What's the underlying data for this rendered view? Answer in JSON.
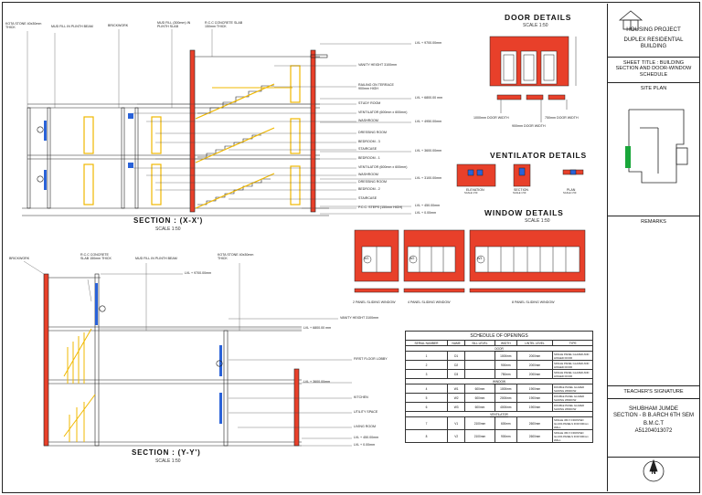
{
  "sections": {
    "xx": {
      "title": "SECTION : (X-X')",
      "scale": "SCALE 1:50",
      "top_labels": [
        "KOTA STONE 40x30mm THICK",
        "MUD FILL IN PLINTH BEAM",
        "BRICKWORK",
        "MUD FILL (300mm) IN PLINTH SLAB",
        "R.C.C CONCRETE SLAB 150mm THICK"
      ],
      "side_labels": [
        "VANITY HEIGHT 3100mm",
        "RAILING ON TERRACE 900mm HIGH",
        "STUDY ROOM",
        "VENTILATOR (600mm x 600mm)",
        "WASHROOM",
        "DRESSING ROOM",
        "BEDROOM - 3",
        "STAIRCASE",
        "BEDROOM - 1",
        "VENTILATOR (600mm x 600mm)",
        "WASHROOM",
        "DRESSING ROOM",
        "BEDROOM - 2",
        "STAIRCASE",
        "P.C.C. STEPS (150mm HIGH)"
      ],
      "levels": [
        "LVL + 9700.00mm",
        "LVL + 6800.00 mm",
        "LVL + 4950.00mm",
        "LVL + 3600.00mm",
        "LVL + 3100.00mm",
        "LVL + 450.00mm",
        "LVL + 0.00mm"
      ]
    },
    "yy": {
      "title": "SECTION : (Y-Y')",
      "scale": "SCALE 1:50",
      "top_labels": [
        "BRICKWORK",
        "R.C.C CONCRETE SLAB 150mm THICK",
        "MUD FILL IN PLINTH BEAM",
        "KOTA STONE 40x30mm THICK"
      ],
      "side_labels": [
        "VANITY HEIGHT 3100mm",
        "FIRST FLOOR LOBBY",
        "KITCHEN",
        "UTILITY SPACE",
        "LIVING ROOM"
      ],
      "levels": [
        "LVL + 9700.00mm",
        "LVL + 6800.00 mm",
        "LVL + 3600.00mm",
        "LVL + 450.00mm",
        "LVL + 0.00mm"
      ]
    }
  },
  "door_details": {
    "title": "DOOR DETAILS",
    "scale": "SCALE 1:50",
    "labels": [
      "1000mm DOOR WIDTH",
      "900mm DOOR WIDTH",
      "750mm DOOR WIDTH"
    ]
  },
  "ventilator_details": {
    "title": "VENTILATOR DETAILS",
    "labels": [
      "ELEVATION",
      "SECTION",
      "PLAN"
    ],
    "scale_marks": [
      "SCALE 1:50",
      "SCALE 1:50",
      "SCALE 1:50"
    ]
  },
  "window_details": {
    "title": "WINDOW DETAILS",
    "scale": "SCALE 1:50",
    "labels": [
      "2 PANEL SLIDING WINDOW",
      "4 PANEL SLIDING WINDOW",
      "8 PANEL SLIDING WINDOW"
    ],
    "tags": [
      "W1",
      "W2",
      "W3"
    ]
  },
  "schedule": {
    "title": "SCHEDULE OF OPENINGS",
    "headers": [
      "SERIAL NUMBER",
      "NAME",
      "SILL LEVEL",
      "WIDTH",
      "LINTEL LEVEL",
      "TYPE"
    ],
    "groups": [
      {
        "name": "DOOR",
        "rows": [
          [
            "1",
            "D1",
            "",
            "1000mm",
            "2000mm",
            "SINGLE PANEL GLAZED AND HINGED DOOR"
          ],
          [
            "2",
            "D2",
            "",
            "900mm",
            "2000mm",
            "SINGLE PANEL GLAZED AND HINGED DOOR"
          ],
          [
            "3",
            "D3",
            "",
            "750mm",
            "2000mm",
            "SINGLE PANEL GLAZED AND HINGED DOOR"
          ]
        ]
      },
      {
        "name": "WINDOW",
        "rows": [
          [
            "4",
            "W1",
            "600mm",
            "1000mm",
            "1900mm",
            "DOUBLE PANEL GLAZED SLIDING WINDOW"
          ],
          [
            "5",
            "W2",
            "600mm",
            "2000mm",
            "1900mm",
            "DOUBLE PANEL GLAZED SLIDING WINDOW"
          ],
          [
            "6",
            "W3",
            "600mm",
            "4000mm",
            "1900mm",
            "DOUBLE PANEL GLAZED SLIDING WINDOW"
          ]
        ]
      },
      {
        "name": "VENTILATOR",
        "rows": [
          [
            "7",
            "V1",
            "2100mm",
            "600mm",
            "2600mm",
            "SINGLE 450 X FROSTED GLASS PANELS FOR 600mm WALL"
          ],
          [
            "8",
            "V2",
            "2100mm",
            "900mm",
            "2600mm",
            "SINGLE 450 X FROSTED GLASS PANELS FOR 900mm WALL"
          ]
        ]
      }
    ]
  },
  "title_block": {
    "project": "HOUSING PROJECT",
    "building": "DUPLEX RESIDENTIAL BUILDING",
    "sheet_title": "SHEET TITLE : BUILDING SECTION AND DOOR-WINDOW SCHEDULE",
    "site_plan": "SITE PLAN",
    "remarks": "REMARKS",
    "teacher": "TEACHER'S SIGNATURE",
    "student_name": "SHUBHAM JUMDE",
    "section": "SECTION - B B.ARCH 6TH SEM",
    "college": "B.M.C.T",
    "roll": "A51204013072",
    "north": "N"
  },
  "colors": {
    "brick": "#e8402a",
    "frame": "#f0b800",
    "glass": "#2a62d8",
    "line": "#222222"
  }
}
